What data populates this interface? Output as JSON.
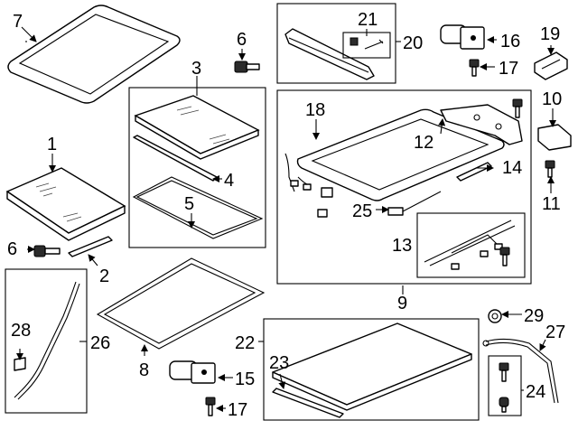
{
  "diagram": {
    "callouts": [
      "1",
      "2",
      "3",
      "4",
      "5",
      "6",
      "6",
      "7",
      "8",
      "9",
      "10",
      "11",
      "12",
      "13",
      "14",
      "15",
      "16",
      "17",
      "17",
      "18",
      "19",
      "20",
      "21",
      "22",
      "23",
      "24",
      "25",
      "26",
      "27",
      "28",
      "29"
    ]
  }
}
